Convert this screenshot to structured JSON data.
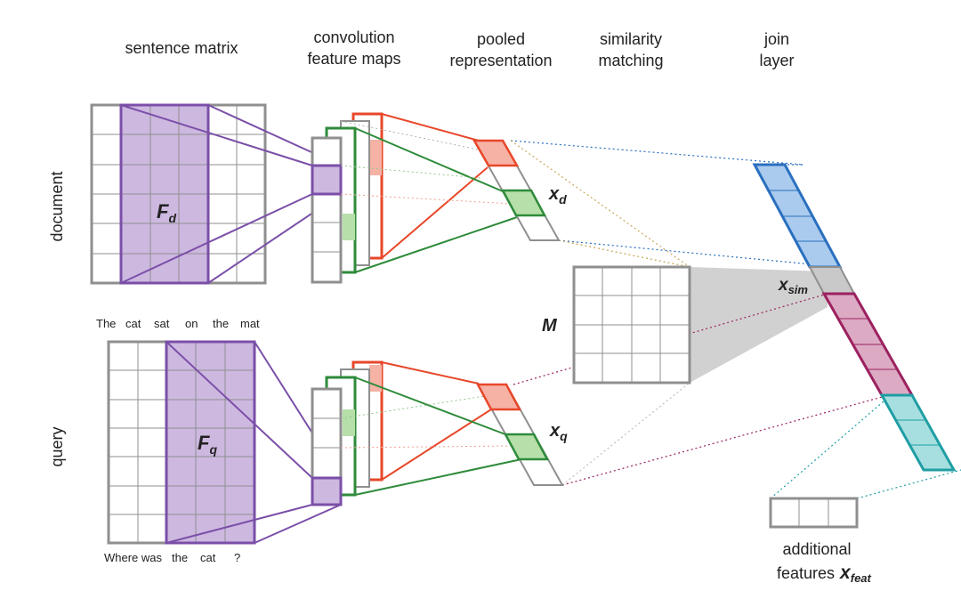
{
  "headers": {
    "sentence_matrix": "sentence matrix",
    "conv_line1": "convolution",
    "conv_line2": "feature maps",
    "pooled_line1": "pooled",
    "pooled_line2": "representation",
    "sim_line1": "similarity",
    "sim_line2": "matching",
    "join_line1": "join",
    "join_line2": "layer"
  },
  "side_labels": {
    "document": "document",
    "query": "query"
  },
  "document_words": [
    "The",
    "cat",
    "sat",
    "on",
    "the",
    "mat"
  ],
  "query_words": [
    "Where was",
    "the",
    "cat",
    "?"
  ],
  "labels": {
    "fd_main": "F",
    "fd_sub": "d",
    "fq_main": "F",
    "fq_sub": "q",
    "xd_main": "x",
    "xd_sub": "d",
    "xq_main": "x",
    "xq_sub": "q",
    "m": "M",
    "xsim_main": "x",
    "xsim_sub": "sim",
    "additional_line1": "additional",
    "additional_line2": "features",
    "xfeat_main": "x",
    "xfeat_sub": "feat"
  },
  "colors": {
    "matrix_gray": "#8f8f8f",
    "filter_purple": "#7b4fa8",
    "filter_fill": "#cdb8e0",
    "red": "#e8472a",
    "red_fill": "#f6b2a5",
    "green": "#2e8b3a",
    "green_fill": "#b6dfa9",
    "blue": "#2a6fbf",
    "blue_fill": "#aacbee",
    "magenta": "#9c2160",
    "magenta_fill": "#dcaac3",
    "teal": "#1f9ea4",
    "teal_fill": "#a7dfe0",
    "shade": "#c9c9c9"
  }
}
